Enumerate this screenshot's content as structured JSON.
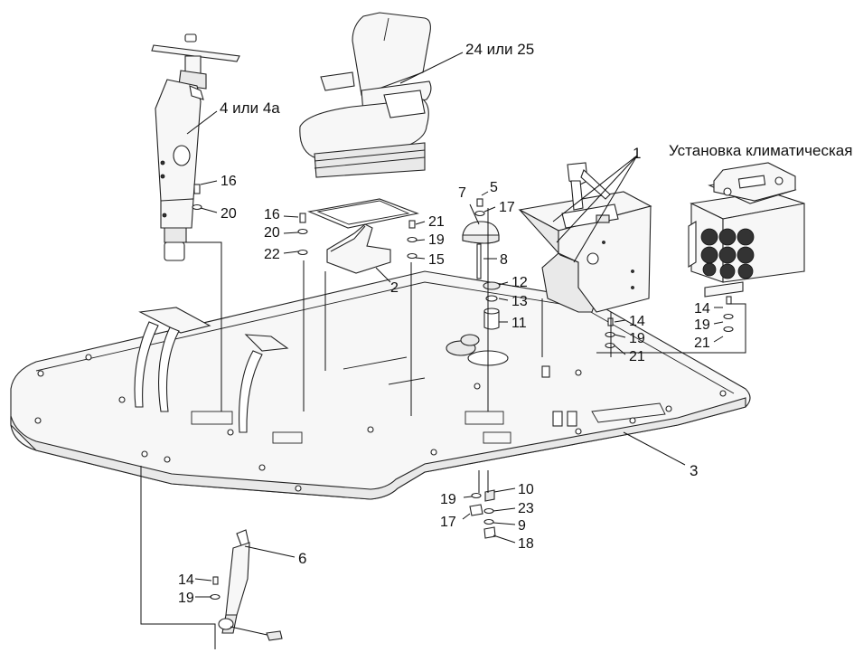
{
  "labels": {
    "l1": "1",
    "l2": "2",
    "l3": "3",
    "l4": "4 или 4а",
    "l5": "5",
    "l6": "6",
    "l7": "7",
    "l8": "8",
    "l9": "9",
    "l10": "10",
    "l11": "11",
    "l12": "12",
    "l13": "13",
    "l14a": "14",
    "l14b": "14",
    "l14c": "14",
    "l15": "15",
    "l16a": "16",
    "l16b": "16",
    "l17a": "17",
    "l17b": "17",
    "l18": "18",
    "l19a": "19",
    "l19b": "19",
    "l19c": "19",
    "l19d": "19",
    "l19e": "19",
    "l20a": "20",
    "l20b": "20",
    "l21a": "21",
    "l21b": "21",
    "l21c": "21",
    "l22": "22",
    "l23": "23",
    "l24": "24 или 25",
    "climate": "Установка климатическая"
  }
}
